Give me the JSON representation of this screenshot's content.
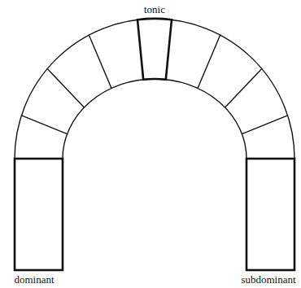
{
  "diagram": {
    "labels": [
      "tonic",
      "dominant",
      "subdominant"
    ]
  }
}
